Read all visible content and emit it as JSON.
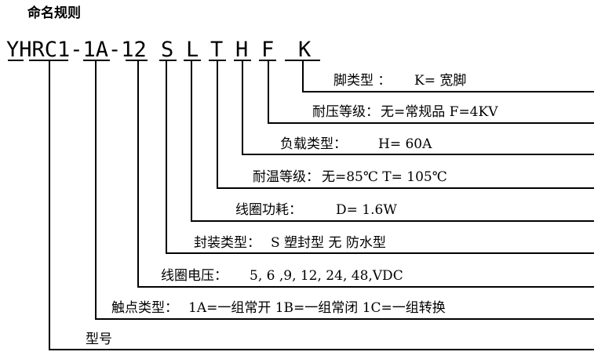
{
  "title": "命名规则",
  "code": [
    "YHRC1-1A-12",
    "S",
    "L",
    "T",
    "H",
    "F",
    "K"
  ],
  "rows": [
    {
      "label": "脚类型 ：",
      "value": "K= 宽脚"
    },
    {
      "label": "耐压等级：",
      "value": "无=常规品 F=4KV"
    },
    {
      "label": "负载类型：",
      "value": "H= 60A"
    },
    {
      "label": "耐温等级：",
      "value": "无=85℃  T= 105℃"
    },
    {
      "label": "线圈功耗：",
      "value": "D= 1.6W"
    },
    {
      "label": "封装类型：",
      "value": "S 塑封型  无 防水型"
    },
    {
      "label": "线圈电压：",
      "value": "5, 6 ,9, 12, 24,  48,VDC"
    },
    {
      "label": "触点类型：",
      "value": "1A=一组常开 1B=一组常闭 1C=一组转换"
    },
    {
      "label": "型号",
      "value": ""
    }
  ]
}
